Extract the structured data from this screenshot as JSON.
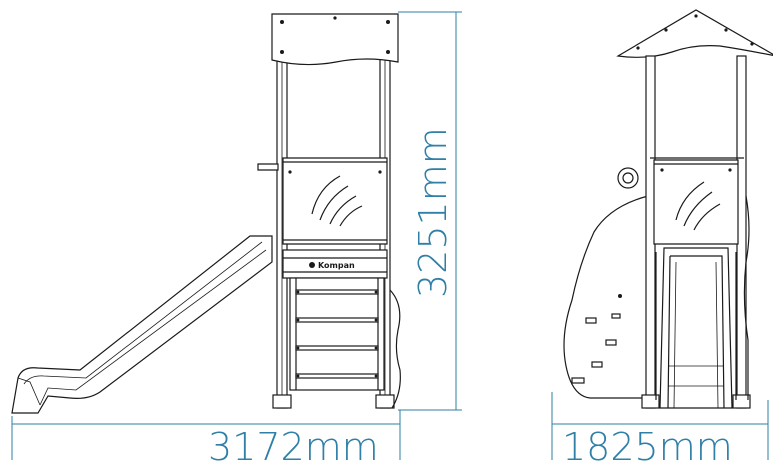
{
  "dimensions": {
    "height_label": "3251mm",
    "length_label": "3172mm",
    "width_label": "1825mm"
  },
  "logo_text": "Kompan",
  "colors": {
    "line": "#1a1a1a",
    "dimension": "#2f7fa6",
    "fill_panel": "#ffffff"
  }
}
